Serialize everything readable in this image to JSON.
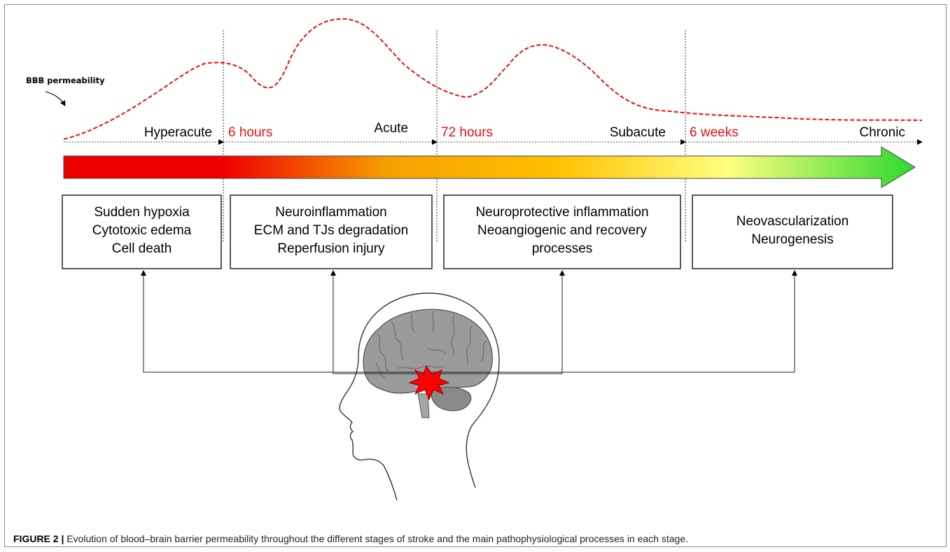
{
  "bbb_label": "BBB permeability",
  "stages": [
    {
      "name": "Hyperacute",
      "time_marker": "6 hours",
      "processes": [
        "Sudden hypoxia",
        "Cytotoxic edema",
        "Cell death"
      ]
    },
    {
      "name": "Acute",
      "time_marker": "72 hours",
      "processes": [
        "Neuroinflammation",
        "ECM and TJs degradation",
        "Reperfusion injury"
      ]
    },
    {
      "name": "Subacute",
      "time_marker": "6 weeks",
      "processes": [
        "Neuroprotective inflammation",
        "Neoangiogenic and recovery",
        "processes"
      ]
    },
    {
      "name": "Chronic",
      "processes": [
        "Neovascularization",
        "Neurogenesis"
      ]
    }
  ],
  "gradient_colors": [
    "#ee0000",
    "#f6a000",
    "#ffc000",
    "#ffff80",
    "#2ed92e"
  ],
  "curve_color": "#e81010",
  "icons": {
    "brain": "brain-icon",
    "lesion": "starburst-lesion-icon",
    "head": "head-silhouette-icon"
  },
  "caption": {
    "figure_number": "FIGURE 2 |",
    "text": " Evolution of blood–brain barrier permeability throughout the different stages of stroke and the main pathophysiological processes in each stage."
  }
}
